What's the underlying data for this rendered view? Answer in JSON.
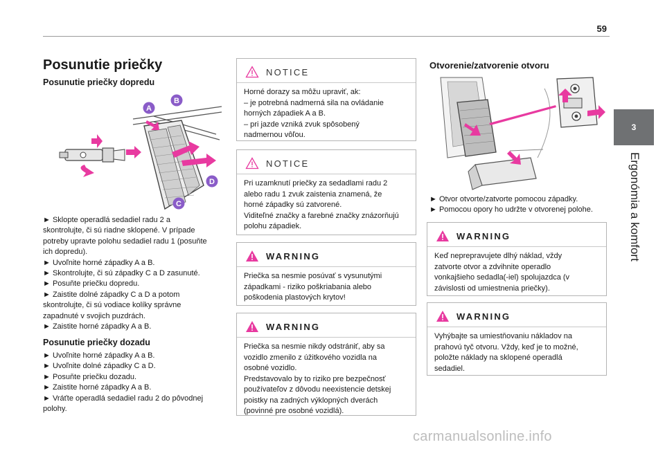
{
  "page": {
    "number": "59",
    "chapter_number": "3",
    "chapter_title": "Ergonómia a komfort",
    "watermark": "carmanualsonline.info"
  },
  "col1": {
    "title": "Posunutie priečky",
    "subtitle1": "Posunutie priečky dopredu",
    "labels": {
      "a": "A",
      "b": "B",
      "c": "C",
      "d": "D"
    },
    "forward_steps": [
      "► Sklopte operadlá sedadiel radu 2 a",
      "skontrolujte, či sú riadne sklopené. V prípade",
      "potreby upravte polohu sedadiel radu 1 (posuňte",
      "ich dopredu).",
      "► Uvoľnite horné západky A a B.",
      "► Skontrolujte, či sú západky C a D zasunuté.",
      "► Posuňte priečku dopredu.",
      "► Zaistite dolné západky C a D a potom",
      "skontrolujte, či sú vodiace kolíky správne",
      "zapadnuté v svojich puzdrách.",
      "► Zaistite horné západky A a B."
    ],
    "subtitle2": "Posunutie priečky dozadu",
    "back_steps": [
      "► Uvoľnite horné západky A a B.",
      "► Uvoľnite dolné západky C a D.",
      "► Posuňte priečku dozadu.",
      "► Zaistite horné západky A a B.",
      "► Vráťte operadlá sedadiel radu 2 do pôvodnej",
      "polohy."
    ]
  },
  "col2": {
    "notice1": {
      "title": "NOTICE",
      "lines": [
        "Horné dorazy sa môžu upraviť, ak:",
        "– je potrebná nadmerná sila na ovládanie",
        "horných západiek A a B.",
        "– pri jazde vzniká zvuk spôsobený",
        "nadmernou vôľou."
      ]
    },
    "notice2": {
      "title": "NOTICE",
      "lines": [
        "Pri uzamknutí priečky za sedadlami radu 2",
        "alebo radu 1 zvuk zaistenia znamená, že",
        "horné západky sú zatvorené.",
        "Viditeľné značky a farebné značky znázorňujú",
        "polohu západiek."
      ]
    },
    "warning1": {
      "title": "WARNING",
      "lines": [
        "Priečka sa nesmie posúvať s vysunutými",
        "západkami - riziko poškriabania alebo",
        "poškodenia plastových krytov!"
      ]
    },
    "warning2": {
      "title": "WARNING",
      "lines": [
        "Priečka sa nesmie nikdy odstrániť, aby sa",
        "vozidlo zmenilo z úžitkového vozidla na",
        "osobné vozidlo.",
        "Predstavovalo by to riziko pre bezpečnosť",
        "používateľov z dôvodu neexistencie detskej",
        "poistky na zadných výklopných dverách",
        "(povinné pre osobné vozidlá)."
      ]
    }
  },
  "col3": {
    "title": "Otvorenie/zatvorenie otvoru",
    "steps": [
      "► Otvor otvorte/zatvorte pomocou západky.",
      "► Pomocou opory ho udržte v otvorenej polohe."
    ],
    "warning1": {
      "title": "WARNING",
      "lines": [
        "Keď neprepravujete dlhý náklad, vždy",
        "zatvorte otvor a zdvihnite operadlo",
        "vonkajšieho sedadla(-iel) spolujazdca (v",
        "závislosti od umiestnenia priečky)."
      ]
    },
    "warning2": {
      "title": "WARNING",
      "lines": [
        "Vyhýbajte sa umiestňovaniu nákladov na",
        "prahovú tyč otvoru. Vždy, keď je to možné,",
        "položte náklady na sklopené operadlá",
        "sedadiel."
      ]
    }
  },
  "colors": {
    "accent_pink": "#e83aa0",
    "label_purple": "#8a5cc8",
    "tab_gray": "#6f7173"
  }
}
